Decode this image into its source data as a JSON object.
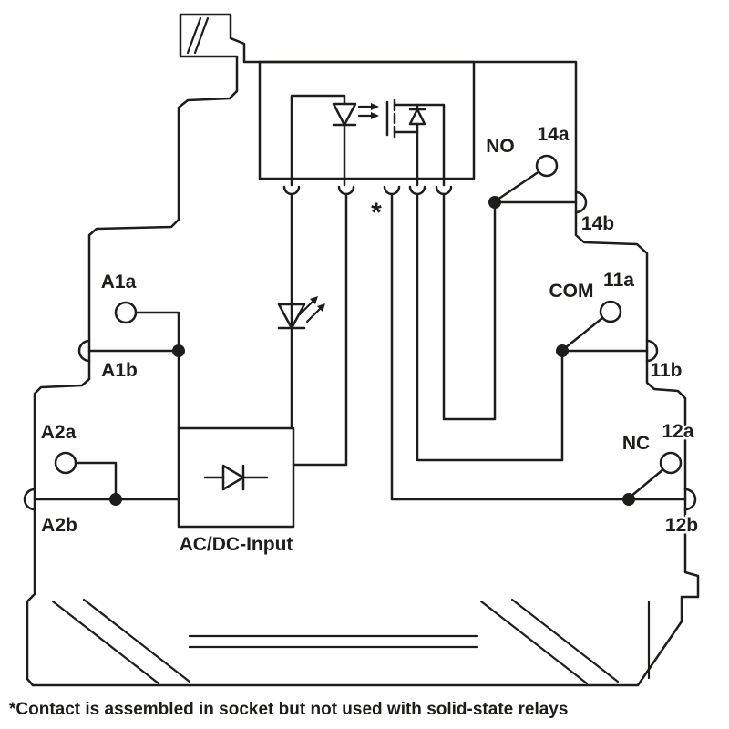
{
  "diagram": {
    "background_color": "#ffffff",
    "line_color": "#1d1d1b",
    "labels": {
      "no": "NO",
      "com": "COM",
      "nc": "NC",
      "a1a": "A1a",
      "a1b": "A1b",
      "a2a": "A2a",
      "a2b": "A2b",
      "t14a": "14a",
      "t14b": "14b",
      "t11a": "11a",
      "t11b": "11b",
      "t12a": "12a",
      "t12b": "12b"
    },
    "rectifier_label": "AC/DC-Input",
    "asterisk_marker": "*",
    "footnote": "*Contact is assembled in socket but not used with solid-state relays",
    "symbols": [
      "optocoupler-led",
      "mosfet",
      "body-diode",
      "indicator-led",
      "rectifier-diode",
      "socket-contact"
    ]
  }
}
